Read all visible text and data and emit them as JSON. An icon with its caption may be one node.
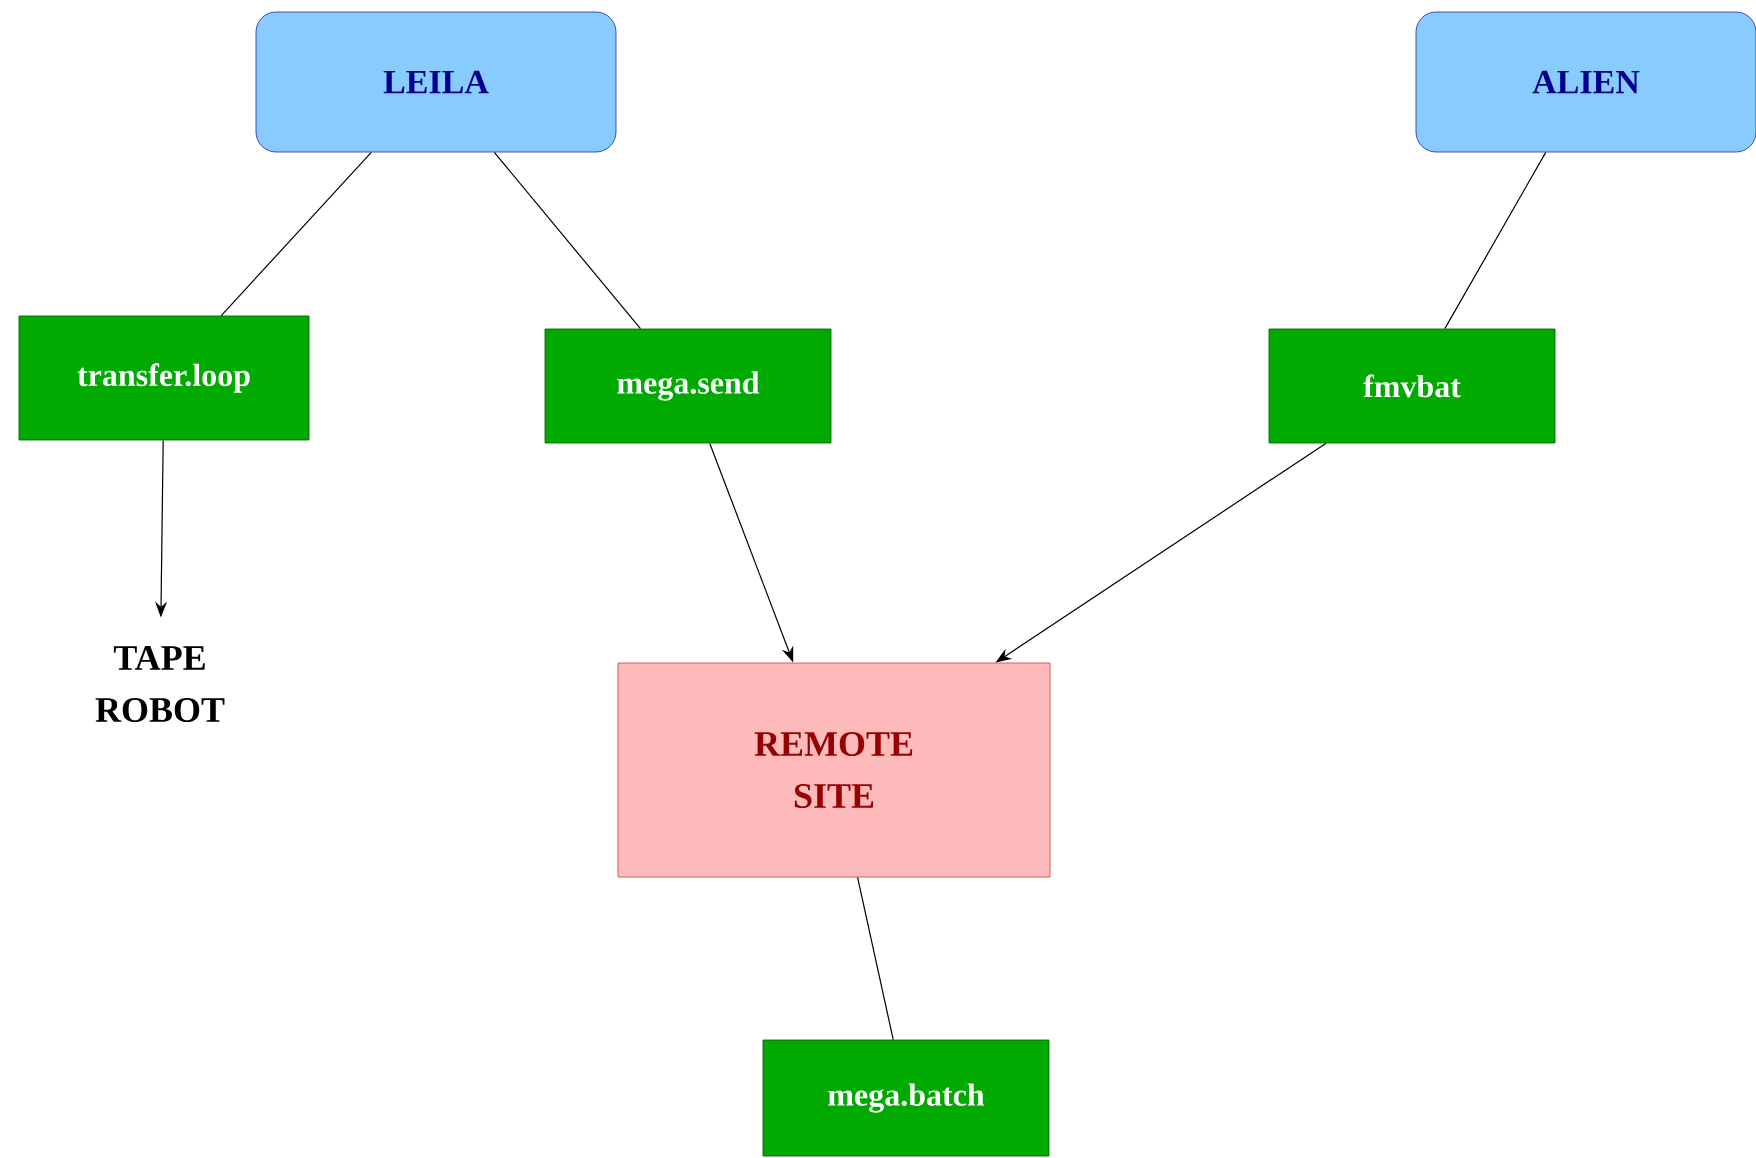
{
  "diagram": {
    "nodes": [
      {
        "text": [
          "LEILA"
        ]
      },
      {
        "text": [
          "ALIEN"
        ]
      },
      {
        "text": [
          "transfer.loop"
        ]
      },
      {
        "text": [
          "mega.send"
        ]
      },
      {
        "text": [
          "fmvbat"
        ]
      },
      {
        "text": [
          "TAPE ROBOT"
        ]
      },
      {
        "text": [
          "REMOTE SITE"
        ]
      },
      {
        "text": [
          "mega.batch"
        ]
      }
    ],
    "edges": [
      {
        "from": 0,
        "to": 2,
        "arrow": "none"
      },
      {
        "from": 0,
        "to": 3,
        "arrow": "none"
      },
      {
        "from": 1,
        "to": 4,
        "arrow": "none"
      },
      {
        "from": 2,
        "to": 5,
        "arrow": "to"
      },
      {
        "from": 3,
        "to": 6,
        "arrow": "to"
      },
      {
        "from": 4,
        "to": 6,
        "arrow": "to"
      },
      {
        "from": 6,
        "to": 7,
        "arrow": "none"
      }
    ]
  }
}
